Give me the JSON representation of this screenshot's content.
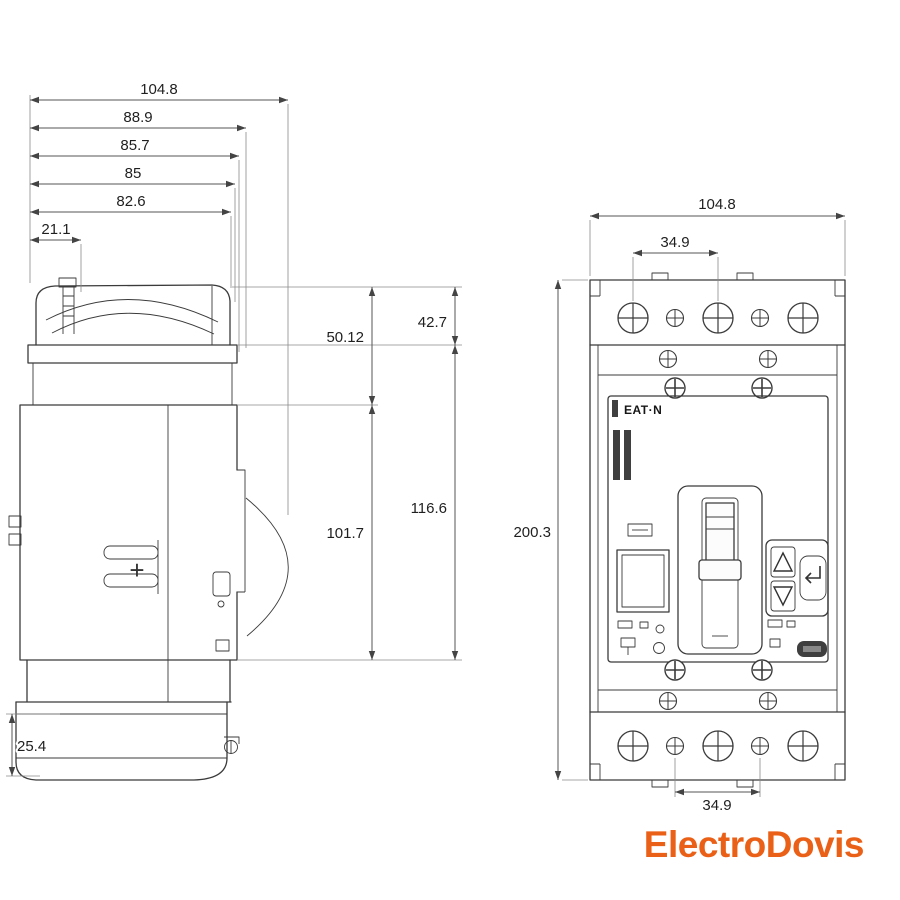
{
  "watermark": {
    "text": "ElectroDovis",
    "color": "#EB6017"
  },
  "side_view": {
    "dims": {
      "overall_width": "104.8",
      "width_2": "88.9",
      "width_3": "85.7",
      "width_4": "85",
      "width_5": "82.6",
      "width_6": "21.1",
      "handle_height": "42.7",
      "upper_height": "50.12",
      "body_height": "116.6",
      "lower_height": "101.7",
      "base_height": "25.4"
    },
    "terminal_marker": "+"
  },
  "front_view": {
    "dims": {
      "overall_width": "104.8",
      "pole_pitch_top": "34.9",
      "overall_height": "200.3",
      "pole_pitch_bottom": "34.9"
    },
    "brand_label": "EAT·N"
  }
}
